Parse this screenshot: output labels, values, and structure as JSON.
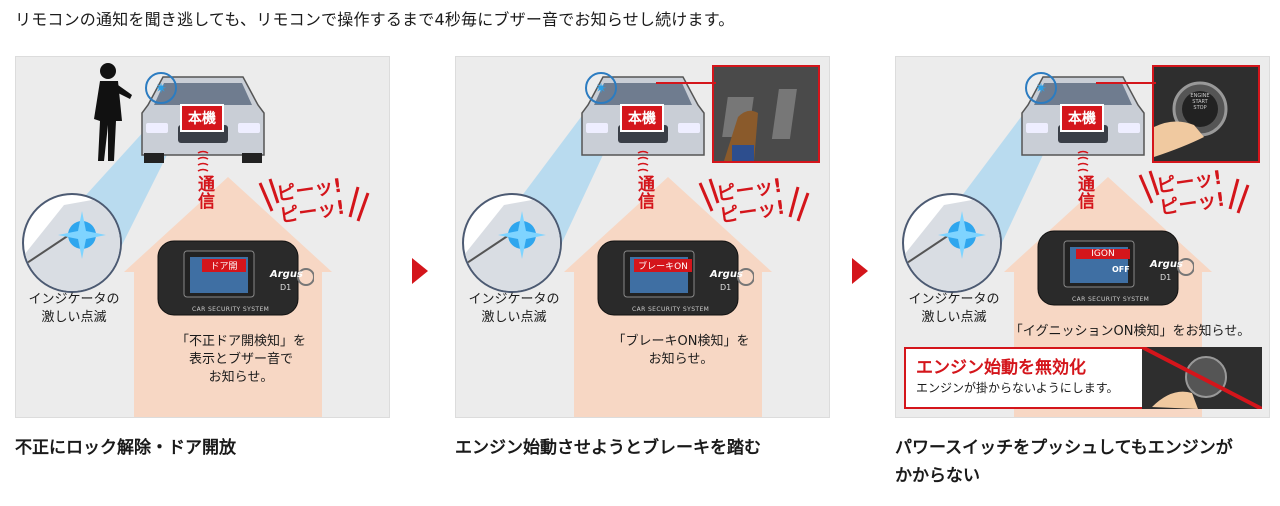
{
  "intro": "リモコンの通知を聞き逃しても、リモコンで操作するまで4秒毎にブザー音でお知らせし続けます。",
  "colors": {
    "accent": "#d4151b",
    "panel_bg": "#ececec",
    "house": "#f7d7c4",
    "beam": "#7fc4ee"
  },
  "panels": [
    {
      "badge": "本機",
      "comm": "通信",
      "beep": [
        "ピーッ!",
        "ピーッ!"
      ],
      "indicator_label": "インジケータの\n激しい点滅",
      "screen_label": "ドア開",
      "remote_brand": "Argus",
      "remote_model": "D1",
      "remote_system": "CAR SECURITY SYSTEM",
      "note": "「不正ドア開検知」を\n表示とブザー音で\nお知らせ。",
      "caption": "不正にロック解除・ドア開放",
      "icons": [
        "person-icon",
        "car-icon",
        "indicator-flash-icon"
      ]
    },
    {
      "badge": "本機",
      "comm": "通信",
      "beep": [
        "ピーッ!",
        "ピーッ!"
      ],
      "indicator_label": "インジケータの\n激しい点滅",
      "screen_label": "ブレーキON",
      "remote_brand": "Argus",
      "remote_model": "D1",
      "remote_system": "CAR SECURITY SYSTEM",
      "note": "「ブレーキON検知」を\nお知らせ。",
      "caption": "エンジン始動させようとブレーキを踏む",
      "icons": [
        "car-icon",
        "brake-pedal-icon",
        "indicator-flash-icon"
      ]
    },
    {
      "badge": "本機",
      "comm": "通信",
      "beep": [
        "ピーッ!",
        "ピーッ!"
      ],
      "indicator_label": "インジケータの\n激しい点滅",
      "screen_label": "IGON",
      "screen_status": "OFF",
      "remote_brand": "Argus",
      "remote_model": "D1",
      "remote_system": "CAR SECURITY SYSTEM",
      "note": "「イグニッションON検知」をお知らせ。",
      "disable_title": "エンジン始動を無効化",
      "disable_sub": "エンジンが掛からないようにします。",
      "start_button_text": "ENGINE\nSTART\nSTOP",
      "caption": "パワースイッチをプッシュしてもエンジンが\nかからない",
      "icons": [
        "car-icon",
        "push-start-icon",
        "indicator-flash-icon"
      ]
    }
  ]
}
